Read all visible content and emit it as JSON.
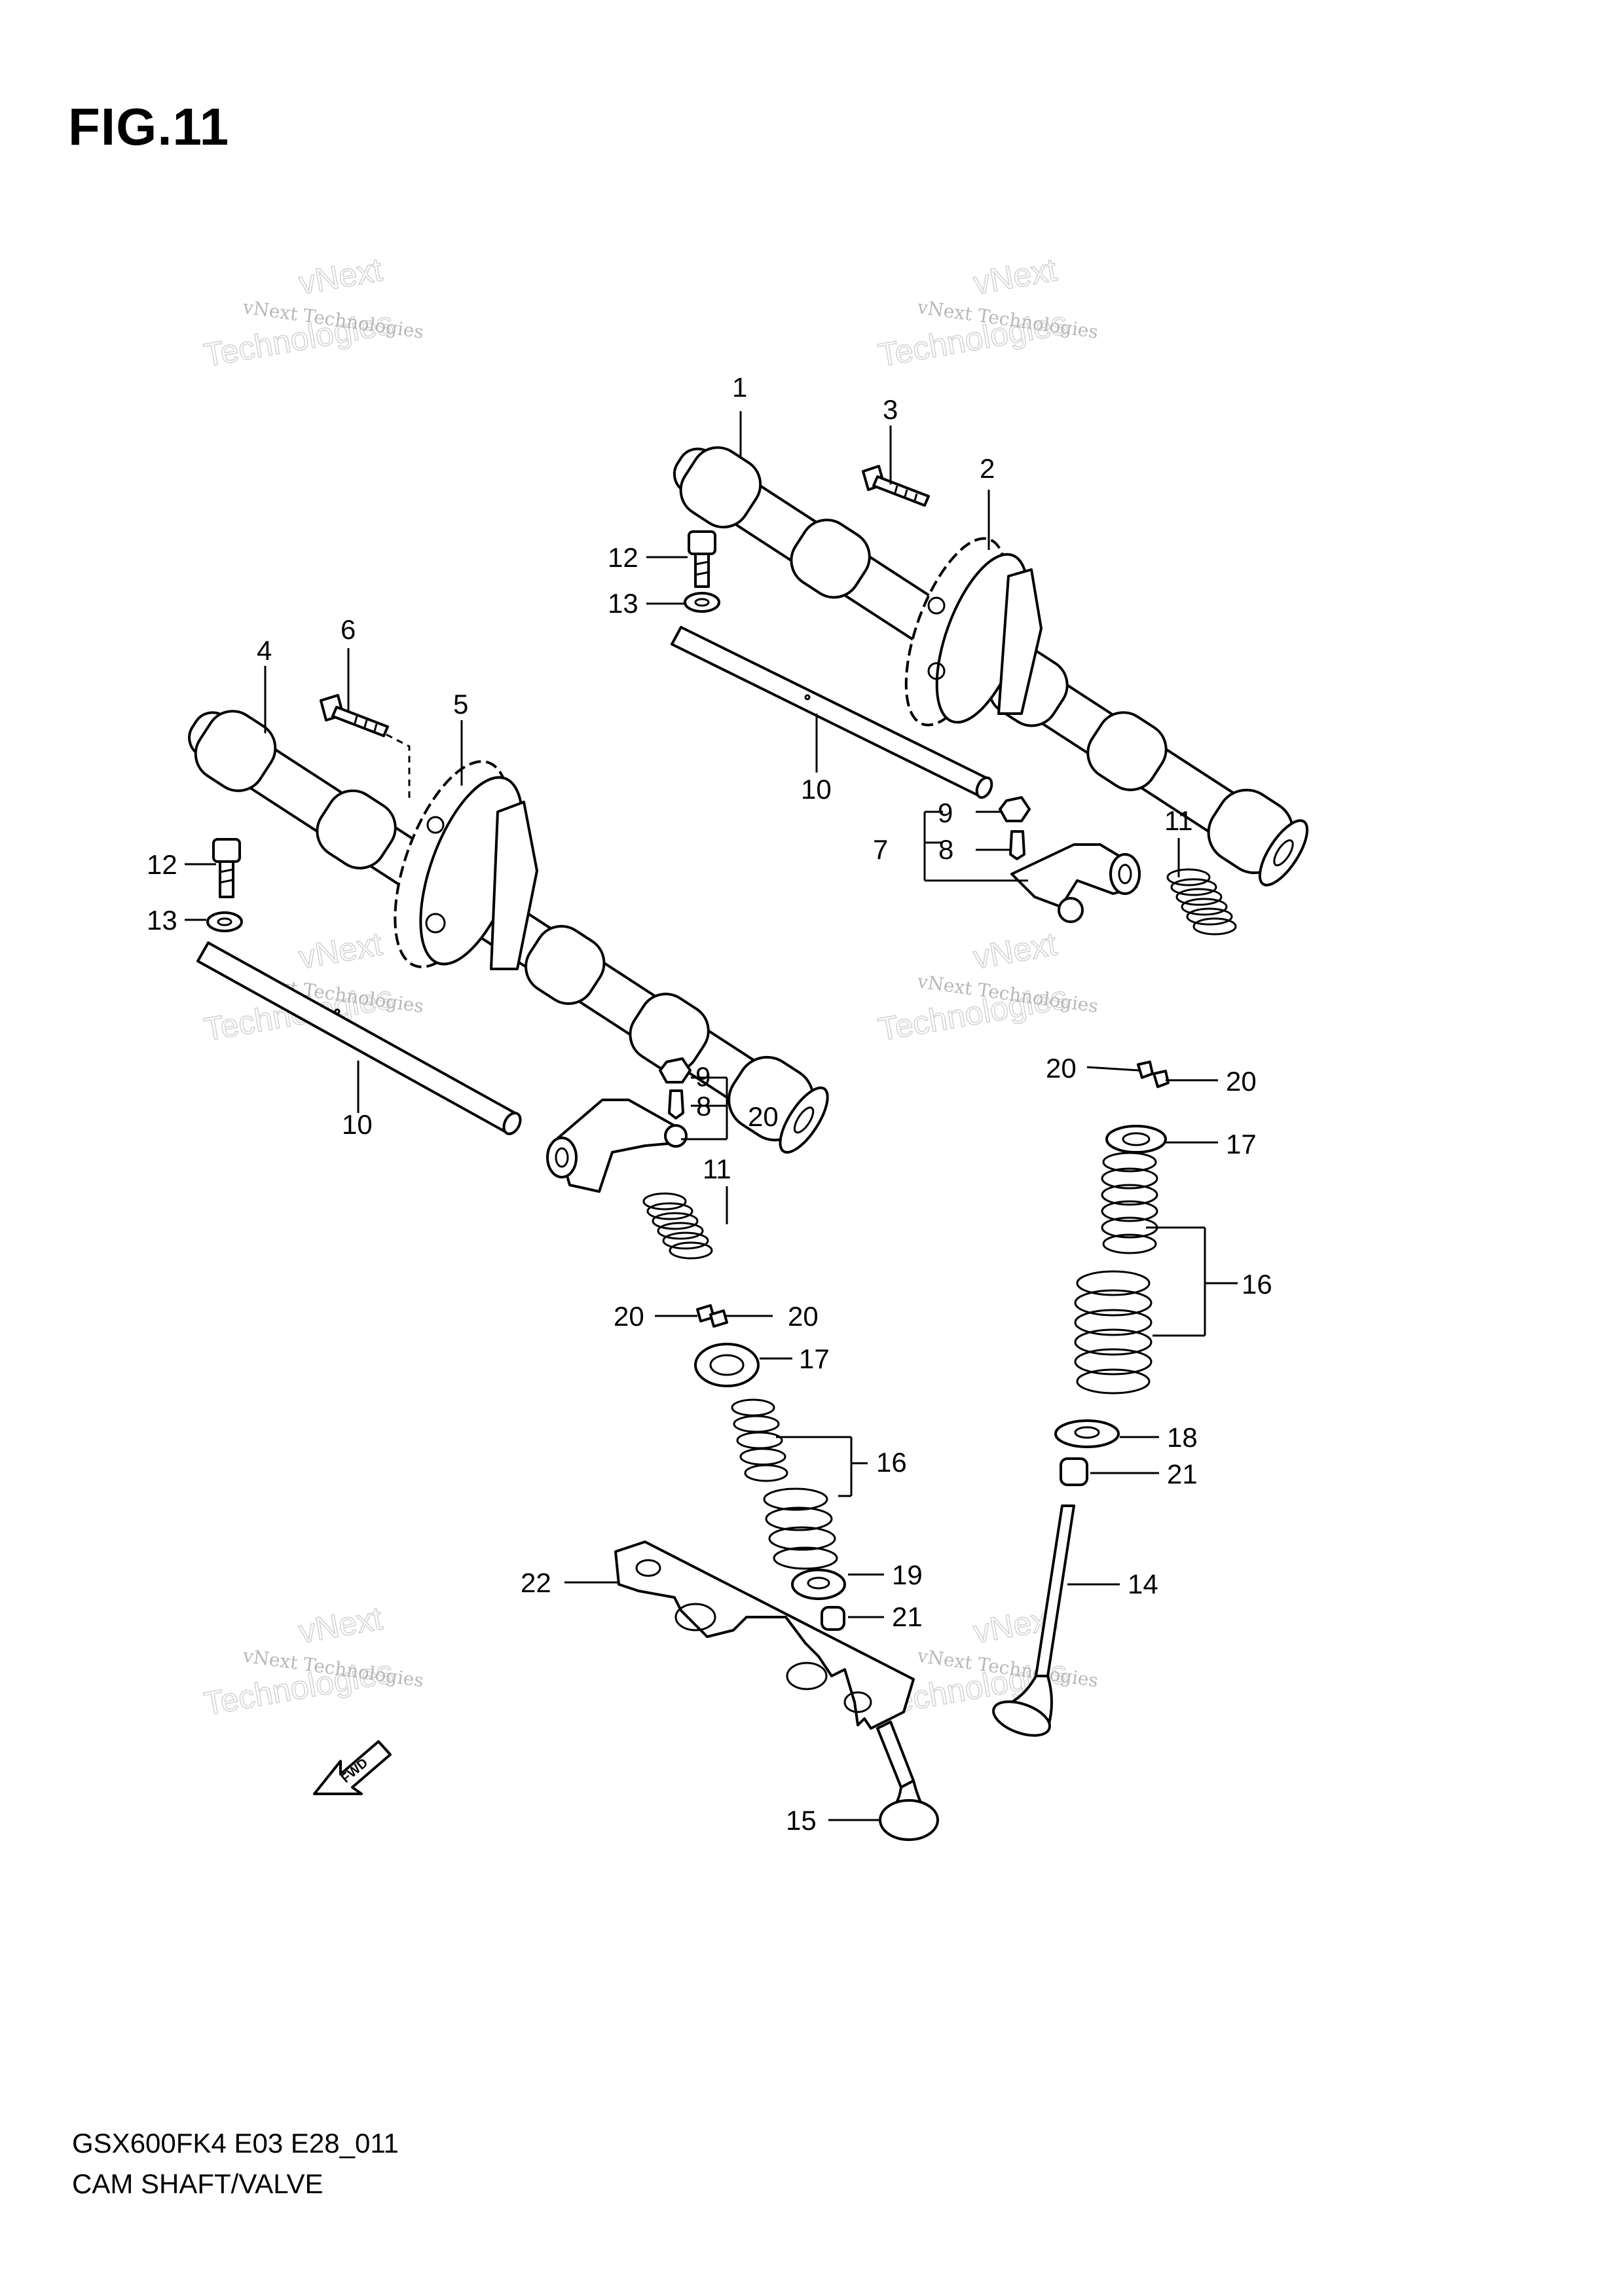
{
  "figure": {
    "title": "FIG.11",
    "model_code": "GSX600FK4 E03 E28_011",
    "assembly_name": "CAM SHAFT/VALVE"
  },
  "watermark": {
    "line1": "vNext Technologies",
    "line2": "vNext",
    "line3": "Technologies"
  },
  "fwd_label": "FWD",
  "callouts": [
    {
      "id": "c1",
      "label": "1"
    },
    {
      "id": "c2",
      "label": "2"
    },
    {
      "id": "c3",
      "label": "3"
    },
    {
      "id": "c4",
      "label": "4"
    },
    {
      "id": "c5",
      "label": "5"
    },
    {
      "id": "c6",
      "label": "6"
    },
    {
      "id": "c7",
      "label": "7"
    },
    {
      "id": "c8a",
      "label": "8"
    },
    {
      "id": "c8b",
      "label": "8"
    },
    {
      "id": "c9a",
      "label": "9"
    },
    {
      "id": "c9b",
      "label": "9"
    },
    {
      "id": "c10a",
      "label": "10"
    },
    {
      "id": "c10b",
      "label": "10"
    },
    {
      "id": "c11a",
      "label": "11"
    },
    {
      "id": "c11b",
      "label": "11"
    },
    {
      "id": "c12a",
      "label": "12"
    },
    {
      "id": "c12b",
      "label": "12"
    },
    {
      "id": "c13a",
      "label": "13"
    },
    {
      "id": "c13b",
      "label": "13"
    },
    {
      "id": "c14",
      "label": "14"
    },
    {
      "id": "c15",
      "label": "15"
    },
    {
      "id": "c16a",
      "label": "16"
    },
    {
      "id": "c16b",
      "label": "16"
    },
    {
      "id": "c17a",
      "label": "17"
    },
    {
      "id": "c17b",
      "label": "17"
    },
    {
      "id": "c18",
      "label": "18"
    },
    {
      "id": "c19",
      "label": "19"
    },
    {
      "id": "c20a",
      "label": "20"
    },
    {
      "id": "c20b",
      "label": "20"
    },
    {
      "id": "c20c",
      "label": "20"
    },
    {
      "id": "c20d",
      "label": "20"
    },
    {
      "id": "c20e",
      "label": "20"
    },
    {
      "id": "c21a",
      "label": "21"
    },
    {
      "id": "c21b",
      "label": "21"
    },
    {
      "id": "c22",
      "label": "22"
    }
  ]
}
